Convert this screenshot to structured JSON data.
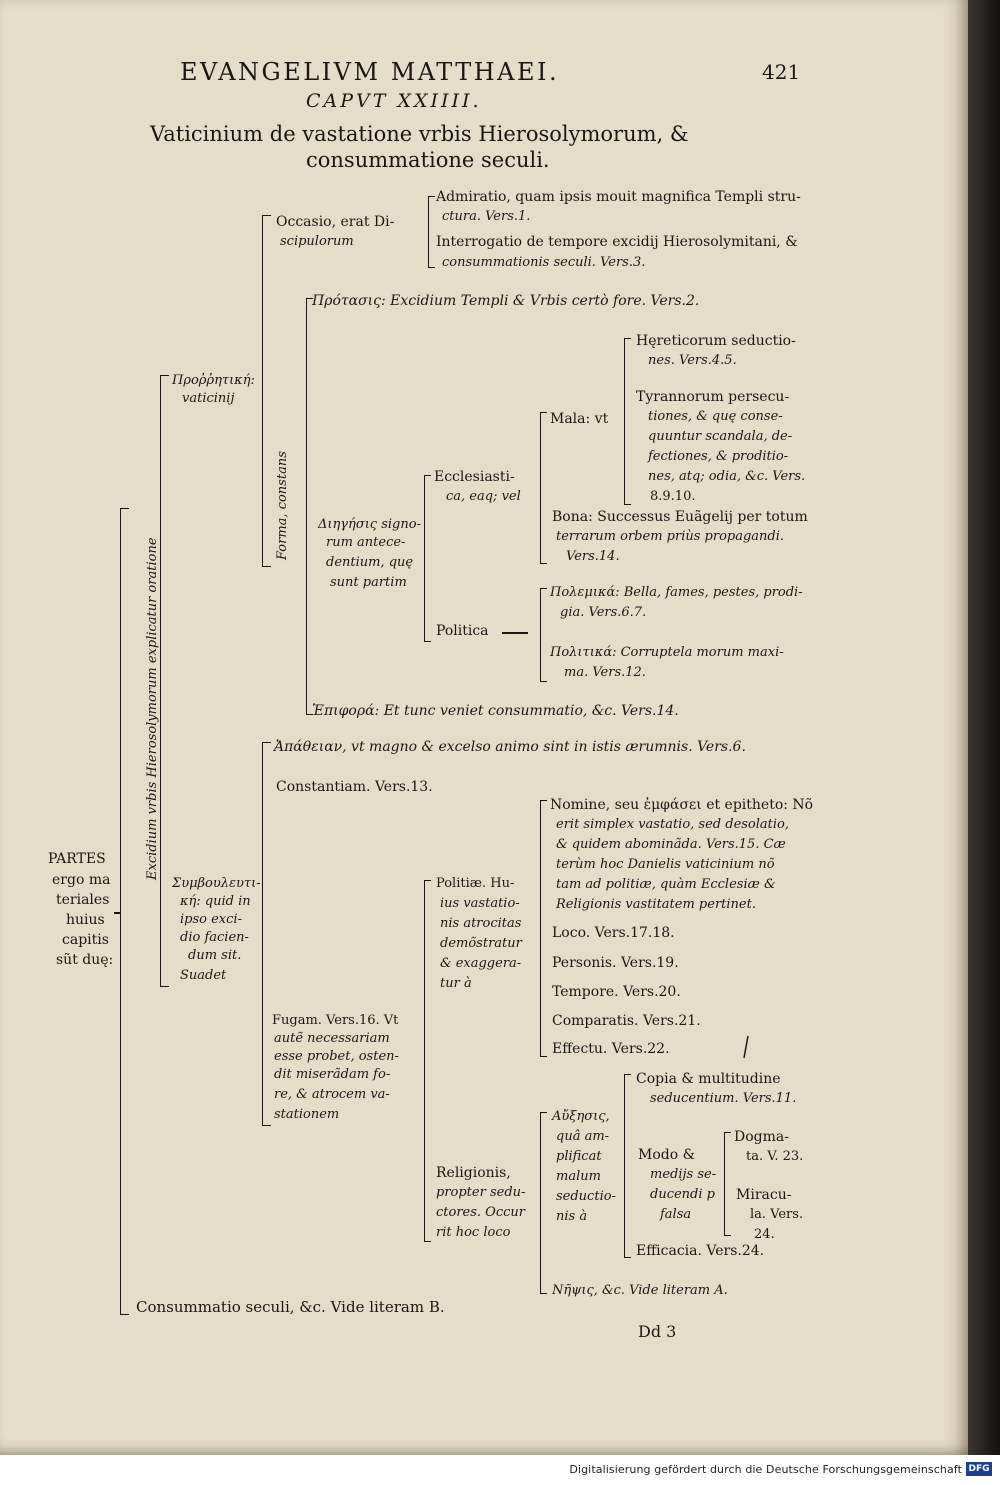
{
  "header": {
    "running_title": "EVANGELIVM MATTHAEI.",
    "page_number": "421",
    "chapter": "CAPVT XXIIII.",
    "title_line1": "Vaticinium de vastatione vrbis Hierosolymorum, &",
    "title_line2": "consummatione seculi."
  },
  "left_column": {
    "partes": [
      "PARTES",
      "ergo ma",
      "teriales",
      "huius",
      "capitis",
      "sũt duę:"
    ],
    "vertical_excidium": "Excidium vrbis Hierosolymorum explicatur oratione",
    "vertical_forma": "Forma, constans"
  },
  "occasio": {
    "label": [
      "Occasio, erat Di-",
      "scipulorum"
    ],
    "admiratio": [
      "Admiratio, quam ipsis mouit magnifica Templi stru-",
      "ctura. Vers.1."
    ],
    "interrogatio": [
      "Interrogatio de tempore excidij Hierosolymitani, &",
      "consummationis seculi. Vers.3."
    ]
  },
  "prophetice": {
    "label": [
      "Προῤῥητική:",
      "vaticinij"
    ],
    "protasis": "Πρότασις: Excidium Templi & Vrbis certò fore. Vers.2.",
    "diegesis": [
      "Διηγήσις signo-",
      "rum antece-",
      "dentium, quę",
      "sunt partim"
    ],
    "ecclesiastica": [
      "Ecclesiasti-",
      "ca, eaq; vel"
    ],
    "mala": "Mala: vt",
    "hereticorum": [
      "Hęreticorum seductio-",
      "nes. Vers.4.5."
    ],
    "tyrannorum": [
      "Tyrannorum persecu-",
      "tiones, & quę conse-",
      "quuntur scandala, de-",
      "fectiones, & proditio-",
      "nes, atq; odia, &c. Vers.",
      "8.9.10."
    ],
    "bona": [
      "Bona: Successus Euãgelij per totum",
      "terrarum orbem priùs propagandi.",
      "Vers.14."
    ],
    "politica": "Politica",
    "polemika": [
      "Πολεμικά: Bella, fames, pestes, prodi-",
      "gia. Vers.6.7."
    ],
    "politika": [
      "Πολιτικά: Corruptela morum maxi-",
      "ma. Vers.12."
    ],
    "epiphora": "Ἐπιφορά: Et tunc veniet consummatio, &c. Vers.14."
  },
  "symbouleutike": {
    "label": [
      "Συμβουλευτι-",
      "κή: quid in",
      "ipso exci-",
      "dio facien-",
      "dum sit.",
      "Suadet"
    ],
    "apatheian": "Ἀπάθειαν, vt magno & excelso animo sint in istis ærumnis. Vers.6.",
    "constantiam": "Constantiam. Vers.13.",
    "fugam": [
      "Fugam. Vers.16. Vt",
      "autẽ necessariam",
      "esse probet, osten-",
      "dit miserãdam fo-",
      "re, & atrocem va-",
      "stationem"
    ],
    "politiae": [
      "Politiæ. Hu-",
      "ius vastatio-",
      "nis atrocitas",
      "demõstratur",
      "& exaggera-",
      "tur à"
    ],
    "nomine": [
      "Nomine, seu ἐμφάσει et epitheto: Nõ",
      "erit simplex vastatio, sed desolatio,",
      "& quidem abominãda. Vers.15. Cæ",
      "terùm hoc Danielis vaticinium nõ",
      "tam ad politiæ, quàm Ecclesiæ &",
      "Religionis vastitatem pertinet."
    ],
    "loco": "Loco. Vers.17.18.",
    "personis": "Personis. Vers.19.",
    "tempore": "Tempore. Vers.20.",
    "comparatis": "Comparatis. Vers.21.",
    "effectu": "Effectu. Vers.22.",
    "religionis": [
      "Religionis,",
      "propter sedu-",
      "ctores. Occur",
      "rit hoc loco"
    ],
    "auxesis": [
      "Αὔξησις,",
      "quâ am-",
      "plificat",
      "malum",
      "seductio-",
      "nis à"
    ],
    "copia": [
      "Copia & multitudine",
      "seducentium. Vers.11."
    ],
    "modo": [
      "Modo &",
      "medijs se-",
      "ducendi p",
      "falsa"
    ],
    "dogmata": [
      "Dogma-",
      "ta. V. 23."
    ],
    "miracula": [
      "Miracu-",
      "la. Vers.",
      "24."
    ],
    "efficacia": "Efficacia. Vers.24.",
    "nepsis": "Νῆψις, &c. Vide literam A."
  },
  "consummatio": "Consummatio seculi, &c. Vide literam B.",
  "signature": "Dd 3",
  "footer": {
    "credit": "Digitalisierung gefördert durch die Deutsche Forschungsgemeinschaft",
    "logo": "DFG"
  },
  "colors": {
    "paper": "#e6ddc9",
    "ink": "#1a1713",
    "gutter": "#121110"
  }
}
